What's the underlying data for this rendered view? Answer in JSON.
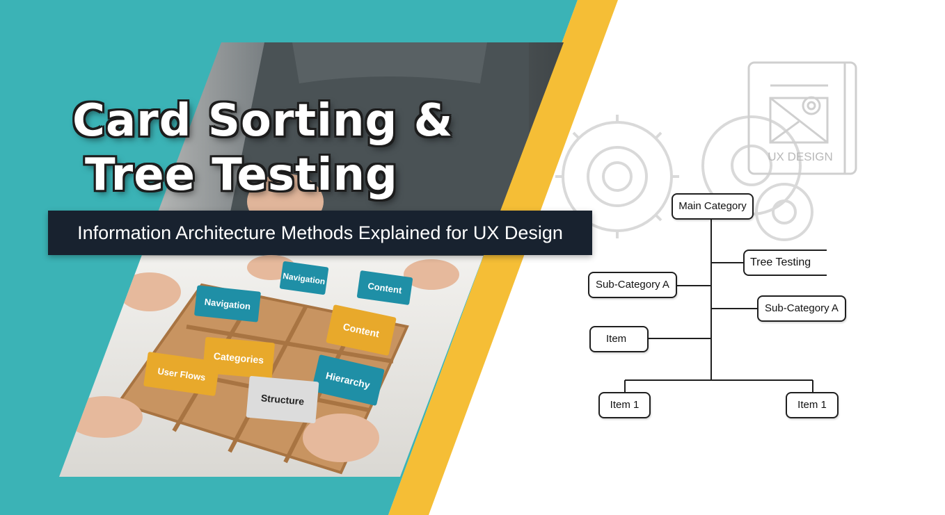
{
  "title": {
    "line1": "Card Sorting &",
    "line2": "Tree Testing"
  },
  "subtitle": "Information Architecture Methods Explained for UX Design",
  "photo_cards": [
    {
      "label": "Navigation",
      "color": "#1f8fa6"
    },
    {
      "label": "Navigation",
      "color": "#1f8fa6"
    },
    {
      "label": "Content",
      "color": "#1f8fa6"
    },
    {
      "label": "Content",
      "color": "#e8a92b"
    },
    {
      "label": "Categories",
      "color": "#e8a92b"
    },
    {
      "label": "User Flows",
      "color": "#e8a92b"
    },
    {
      "label": "Hierarchy",
      "color": "#1f8fa6"
    },
    {
      "label": "Structure",
      "color": "#dcdcdc"
    }
  ],
  "illustration": {
    "ux_label": "UX DESIGN",
    "icons": [
      "gear-icon",
      "image-placeholder-icon",
      "browser-window-icon"
    ]
  },
  "tree_diagram": {
    "root": "Main Category",
    "branch_tree_testing": "Tree Testing",
    "sub_left": "Sub-Category A",
    "sub_right": "Sub-Category A",
    "item": "Item",
    "leaf_left": "Item 1",
    "leaf_right": "Item 1"
  },
  "colors": {
    "teal": "#3bb3b6",
    "yellow": "#f5be36",
    "navy": "#18222f",
    "card_teal": "#1f8fa6",
    "card_orange": "#e8a92b"
  }
}
